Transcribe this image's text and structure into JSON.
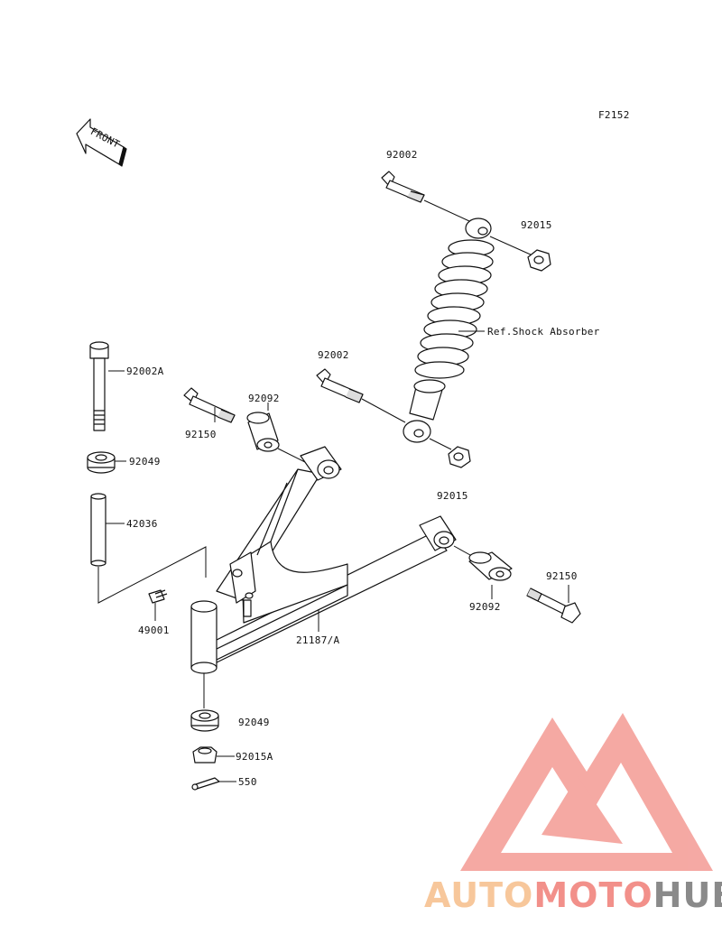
{
  "figure_code": "F2152",
  "front_label": "FRONT",
  "labels": {
    "bolt_top": "92002",
    "nut_top": "92015",
    "shock": "Ref.Shock Absorber",
    "bolt_mid": "92002",
    "nut_mid": "92015",
    "long_bolt": "92002A",
    "bolt_left": "92150",
    "bushing_left": "92092",
    "grommet_top": "92049",
    "collar": "42036",
    "grease_nipple": "49001",
    "arm": "21187/A",
    "bushing_right": "92092",
    "bolt_right": "92150",
    "grommet_bottom": "92049",
    "castle_nut": "92015A",
    "cotter_pin": "550"
  },
  "watermark": {
    "segments": [
      {
        "text": "AUTO",
        "color": "#f7c79b"
      },
      {
        "text": "MOTO",
        "color": "#f2908a"
      },
      {
        "text": "HUB",
        "color": "#8a8a8a"
      }
    ],
    "logo_color": "#f4a09a"
  }
}
